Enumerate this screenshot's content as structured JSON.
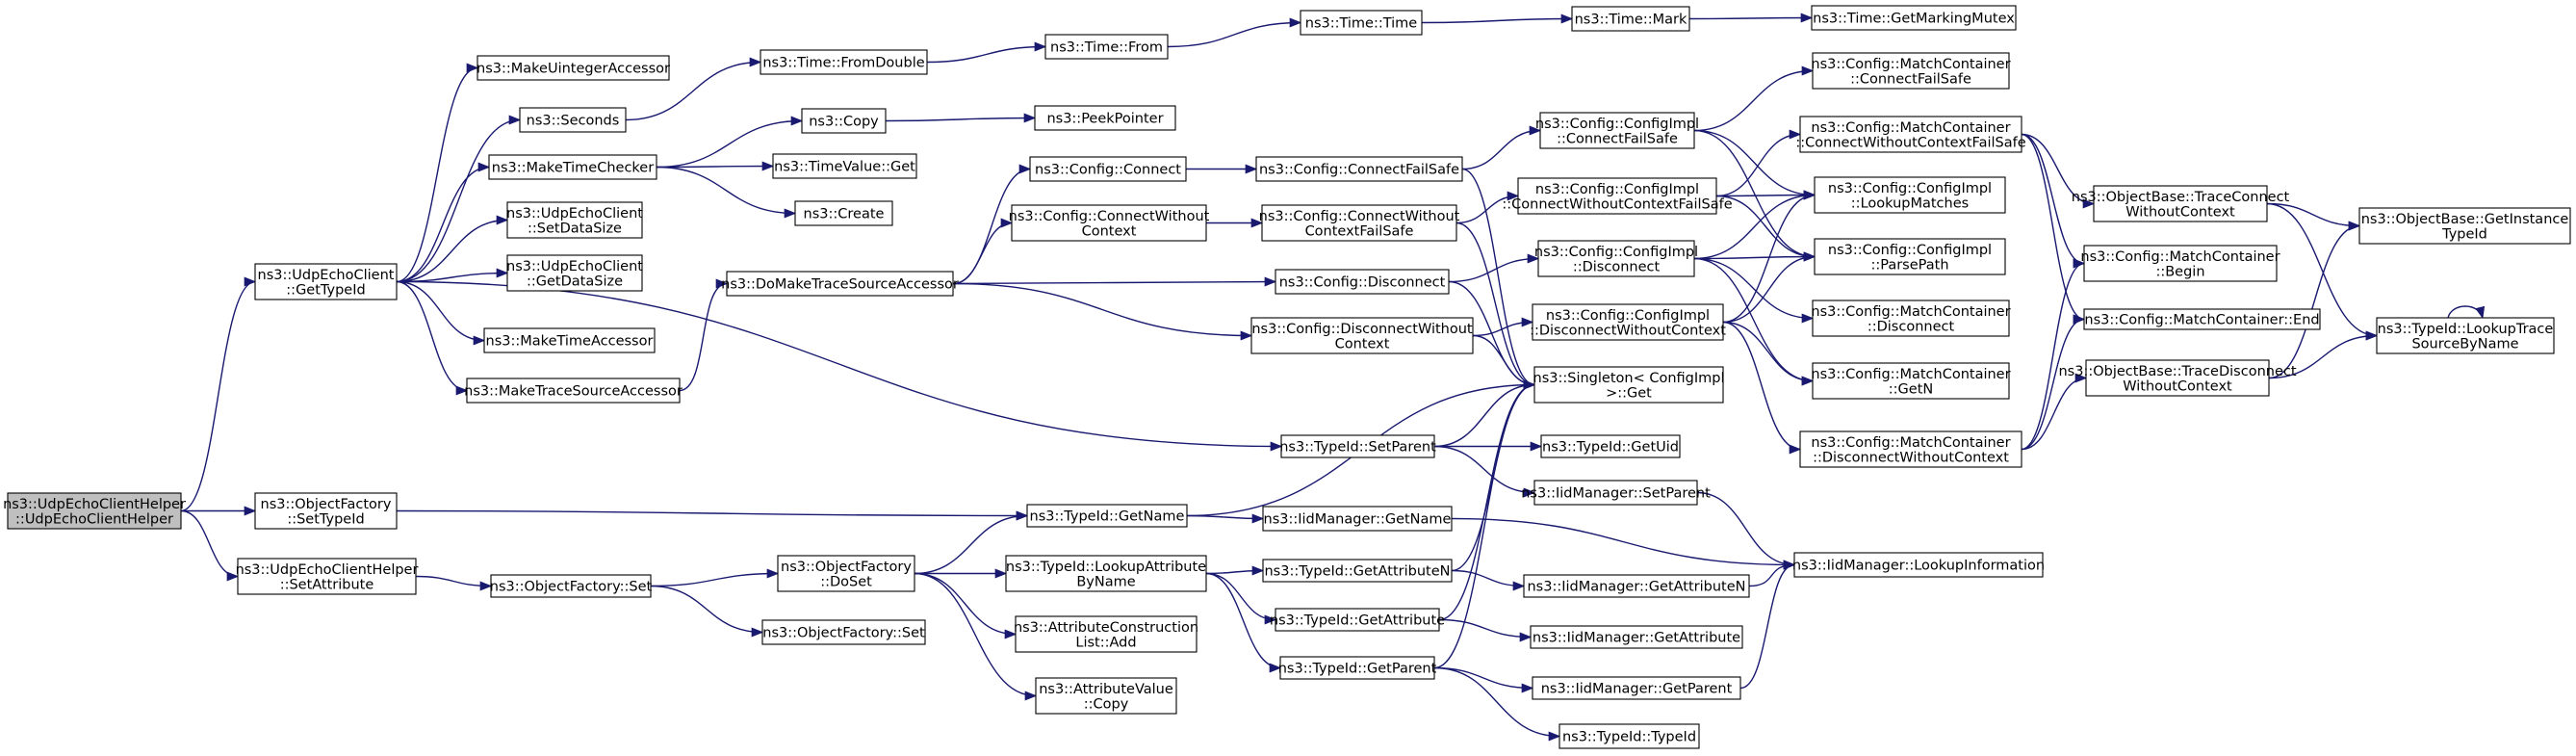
{
  "colors": {
    "edge": "#191970",
    "node_fill": "#ffffff",
    "root_fill": "#bfbfbf",
    "border": "#000000"
  },
  "nodes": [
    {
      "id": "root",
      "lines": [
        "ns3::UdpEchoClientHelper",
        "::UdpEchoClientHelper"
      ],
      "root": true
    },
    {
      "id": "uecgettypeid",
      "lines": [
        "ns3::UdpEchoClient",
        "::GetTypeId"
      ]
    },
    {
      "id": "ofsettypeid",
      "lines": [
        "ns3::ObjectFactory",
        "::SetTypeId"
      ]
    },
    {
      "id": "uechsetattr",
      "lines": [
        "ns3::UdpEchoClientHelper",
        "::SetAttribute"
      ]
    },
    {
      "id": "makeuint",
      "lines": [
        "ns3::MakeUintegerAccessor"
      ]
    },
    {
      "id": "seconds",
      "lines": [
        "ns3::Seconds"
      ]
    },
    {
      "id": "maketimechecker",
      "lines": [
        "ns3::MakeTimeChecker"
      ]
    },
    {
      "id": "uecsetdatasize",
      "lines": [
        "ns3::UdpEchoClient",
        "::SetDataSize"
      ]
    },
    {
      "id": "uecgetdatasize",
      "lines": [
        "ns3::UdpEchoClient",
        "::GetDataSize"
      ]
    },
    {
      "id": "maketimeaccessor",
      "lines": [
        "ns3::MakeTimeAccessor"
      ]
    },
    {
      "id": "maketraceacc",
      "lines": [
        "ns3::MakeTraceSourceAccessor"
      ]
    },
    {
      "id": "timefromdouble",
      "lines": [
        "ns3::Time::FromDouble"
      ]
    },
    {
      "id": "copy",
      "lines": [
        "ns3::Copy"
      ]
    },
    {
      "id": "timevalueget",
      "lines": [
        "ns3::TimeValue::Get"
      ]
    },
    {
      "id": "create",
      "lines": [
        "ns3::Create"
      ]
    },
    {
      "id": "domaketrace",
      "lines": [
        "ns3::DoMakeTraceSourceAccessor"
      ]
    },
    {
      "id": "timefrom",
      "lines": [
        "ns3::Time::From"
      ]
    },
    {
      "id": "peekpointer",
      "lines": [
        "ns3::PeekPointer"
      ]
    },
    {
      "id": "timetime",
      "lines": [
        "ns3::Time::Time"
      ]
    },
    {
      "id": "timemark",
      "lines": [
        "ns3::Time::Mark"
      ]
    },
    {
      "id": "getmarkingmutex",
      "lines": [
        "ns3::Time::GetMarkingMutex"
      ]
    },
    {
      "id": "cfgconnect",
      "lines": [
        "ns3::Config::Connect"
      ]
    },
    {
      "id": "cfgconnectwoc",
      "lines": [
        "ns3::Config::ConnectWithout",
        "Context"
      ]
    },
    {
      "id": "cfgdisconnect",
      "lines": [
        "ns3::Config::Disconnect"
      ]
    },
    {
      "id": "cfgdisconnectwoc",
      "lines": [
        "ns3::Config::DisconnectWithout",
        "Context"
      ]
    },
    {
      "id": "cfgconnectfs",
      "lines": [
        "ns3::Config::ConnectFailSafe"
      ]
    },
    {
      "id": "cfgconnectwocfs",
      "lines": [
        "ns3::Config::ConnectWithout",
        "ContextFailSafe"
      ]
    },
    {
      "id": "implconnectfs",
      "lines": [
        "ns3::Config::ConfigImpl",
        "::ConnectFailSafe"
      ]
    },
    {
      "id": "implconnectwocfs",
      "lines": [
        "ns3::Config::ConfigImpl",
        "::ConnectWithoutContextFailSafe"
      ]
    },
    {
      "id": "impldisconnect",
      "lines": [
        "ns3::Config::ConfigImpl",
        "::Disconnect"
      ]
    },
    {
      "id": "impldisconnectwoc",
      "lines": [
        "ns3::Config::ConfigImpl",
        "::DisconnectWithoutContext"
      ]
    },
    {
      "id": "singletonget",
      "lines": [
        "ns3::Singleton< ConfigImpl",
        " >::Get"
      ]
    },
    {
      "id": "mcconnectfs",
      "lines": [
        "ns3::Config::MatchContainer",
        "::ConnectFailSafe"
      ]
    },
    {
      "id": "mcconnectwocfs",
      "lines": [
        "ns3::Config::MatchContainer",
        "::ConnectWithoutContextFailSafe"
      ]
    },
    {
      "id": "implookup",
      "lines": [
        "ns3::Config::ConfigImpl",
        "::LookupMatches"
      ]
    },
    {
      "id": "implparsepath",
      "lines": [
        "ns3::Config::ConfigImpl",
        "::ParsePath"
      ]
    },
    {
      "id": "mcdisconnect",
      "lines": [
        "ns3::Config::MatchContainer",
        "::Disconnect"
      ]
    },
    {
      "id": "mcgetn",
      "lines": [
        "ns3::Config::MatchContainer",
        "::GetN"
      ]
    },
    {
      "id": "mcdisconnectwoc",
      "lines": [
        "ns3::Config::MatchContainer",
        "::DisconnectWithoutContext"
      ]
    },
    {
      "id": "obtraceconnwoc",
      "lines": [
        "ns3::ObjectBase::TraceConnect",
        "WithoutContext"
      ]
    },
    {
      "id": "mcbegin",
      "lines": [
        "ns3::Config::MatchContainer",
        "::Begin"
      ]
    },
    {
      "id": "mcend",
      "lines": [
        "ns3::Config::MatchContainer::End"
      ]
    },
    {
      "id": "obtracedisconnwoc",
      "lines": [
        "ns3::ObjectBase::TraceDisconnect",
        "WithoutContext"
      ]
    },
    {
      "id": "obgetinstancetid",
      "lines": [
        "ns3::ObjectBase::GetInstance",
        "TypeId"
      ]
    },
    {
      "id": "tidlookuptrace",
      "lines": [
        "ns3::TypeId::LookupTrace",
        "SourceByName"
      ]
    },
    {
      "id": "tidsetparent",
      "lines": [
        "ns3::TypeId::SetParent"
      ]
    },
    {
      "id": "tidgetuid",
      "lines": [
        "ns3::TypeId::GetUid"
      ]
    },
    {
      "id": "iidsetparent",
      "lines": [
        "ns3::IidManager::SetParent"
      ]
    },
    {
      "id": "tidgetname",
      "lines": [
        "ns3::TypeId::GetName"
      ]
    },
    {
      "id": "iidgetname",
      "lines": [
        "ns3::IidManager::GetName"
      ]
    },
    {
      "id": "iidlookupinfo",
      "lines": [
        "ns3::IidManager::LookupInformation"
      ]
    },
    {
      "id": "ofset",
      "lines": [
        "ns3::ObjectFactory::Set"
      ]
    },
    {
      "id": "ofset2",
      "lines": [
        "ns3::ObjectFactory::Set"
      ]
    },
    {
      "id": "ofdoset",
      "lines": [
        "ns3::ObjectFactory",
        "::DoSet"
      ]
    },
    {
      "id": "tidlookupattr",
      "lines": [
        "ns3::TypeId::LookupAttribute",
        "ByName"
      ]
    },
    {
      "id": "attrconstrlistadd",
      "lines": [
        "ns3::AttributeConstruction",
        "List::Add"
      ]
    },
    {
      "id": "attrvaluecopy",
      "lines": [
        "ns3::AttributeValue",
        "::Copy"
      ]
    },
    {
      "id": "tidgetattrn",
      "lines": [
        "ns3::TypeId::GetAttributeN"
      ]
    },
    {
      "id": "tidgetattr",
      "lines": [
        "ns3::TypeId::GetAttribute"
      ]
    },
    {
      "id": "tidgetparent",
      "lines": [
        "ns3::TypeId::GetParent"
      ]
    },
    {
      "id": "iidgetattrn",
      "lines": [
        "ns3::IidManager::GetAttributeN"
      ]
    },
    {
      "id": "iidgetattr",
      "lines": [
        "ns3::IidManager::GetAttribute"
      ]
    },
    {
      "id": "iidgetparent",
      "lines": [
        "ns3::IidManager::GetParent"
      ]
    },
    {
      "id": "tidtypeid",
      "lines": [
        "ns3::TypeId::TypeId"
      ]
    }
  ]
}
